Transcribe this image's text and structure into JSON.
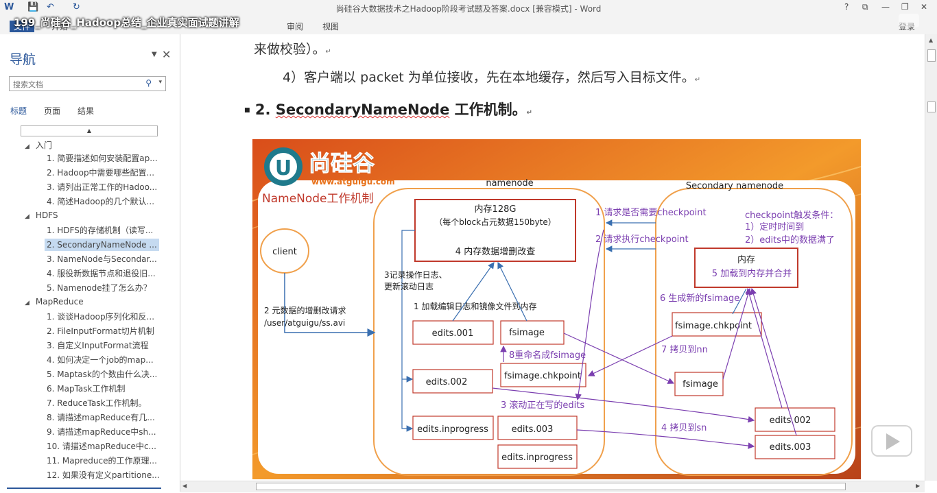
{
  "window": {
    "title": "尚硅谷大数据技术之Hadoop阶段考试题及答案.docx [兼容模式] - Word",
    "controls": [
      "?",
      "⧉",
      "—",
      "❐",
      "✕"
    ]
  },
  "video_overlay": {
    "title": "199_尚硅谷_Hadoop总结_企业真实面试题讲解"
  },
  "ribbon": {
    "tabs": [
      "文件",
      "开始",
      "审阅",
      "视图"
    ],
    "user": "登录"
  },
  "nav_pane": {
    "title": "导航",
    "search_placeholder": "搜索文档",
    "tabs": [
      "标题",
      "页面",
      "结果"
    ],
    "sections": [
      {
        "label": "入门",
        "items": [
          "1. 简要描述如何安装配置ap...",
          "2. Hadoop中需要哪些配置...",
          "3. 请列出正常工作的Hadoo...",
          "4. 简述Hadoop的几个默认..."
        ]
      },
      {
        "label": "HDFS",
        "items": [
          "1. HDFS的存储机制（读写...",
          "2. SecondaryNameNode ...",
          "3. NameNode与Secondar...",
          "4. 服役新数据节点和退役旧...",
          "5. Namenode挂了怎么办？"
        ]
      },
      {
        "label": "MapReduce",
        "items": [
          "1. 谈谈Hadoop序列化和反...",
          "2. FileInputFormat切片机制",
          "3. 自定义InputFormat流程",
          "4. 如何决定一个job的map...",
          "5. Maptask的个数由什么决...",
          "6. MapTask工作机制",
          "7. ReduceTask工作机制。",
          "8. 请描述mapReduce有几...",
          "9. 请描述mapReduce中sh...",
          "10. 请描述mapReduce中c...",
          "11. Mapreduce的工作原理...",
          "12. 如果没有定义partitione..."
        ]
      }
    ],
    "selected": "2. SecondaryNameNode ..."
  },
  "document": {
    "line1": "来做校验）。",
    "line2": "4）客户端以 packet 为单位接收，先在本地缓存，然后写入目标文件。",
    "heading_num": "2.",
    "heading_term": "SecondaryNameNode",
    "heading_rest": "工作机制。",
    "para_mark": "↵"
  },
  "diagram": {
    "logo_text": "尚硅谷",
    "logo_url": "www.atguigu.com",
    "caption": "NameNode工作机制",
    "client": "client",
    "namenode_label": "namenode",
    "secondary_label": "Secondary namenode",
    "memory_box": {
      "line1": "内存128G",
      "line2": "（每个block占元数据150byte）",
      "line3": "4 内存数据增删改查"
    },
    "request_text": {
      "line1": "2 元数据的增删改请求",
      "line2": "/user/atguigu/ss.avi"
    },
    "log_text": {
      "line1": "3记录操作日志、",
      "line2": "更新滚动日志"
    },
    "load_text": "1 加载编辑日志和镜像文件到内存",
    "nn_files": {
      "edits001": "edits.001",
      "fsimage": "fsimage",
      "edits002": "edits.002",
      "fsimage_chk": "fsimage.chkpoint",
      "edits_inprogress": "edits.inprogress",
      "edits003": "edits.003",
      "edits_inprogress2": "edits.inprogress"
    },
    "rename_text": "8重命名成fsimage",
    "roll_text": "3 滚动正在写的edits",
    "ask_checkpoint": "1 请求是否需要checkpoint",
    "exec_checkpoint": "2 请求执行checkpoint",
    "trigger": {
      "line1": "checkpoint触发条件：",
      "line2": "1）定时时间到",
      "line3": "2）edits中的数据满了"
    },
    "sn_memory": {
      "line1": "内存",
      "line2": "5 加载到内存并合并"
    },
    "new_fsimage": "6 生成新的fsimage",
    "sn_files": {
      "fsimage_chk": "fsimage.chkpoint",
      "fsimage": "fsimage",
      "edits002": "edits.002",
      "edits003": "edits.003"
    },
    "copy_nn": "7 拷贝到nn",
    "copy_sn": "4 拷贝到sn",
    "colors": {
      "orange": "#f0a04b",
      "red_box": "#c0392b",
      "purple": "#7b3fb0",
      "arrow": "#3a6fb0",
      "teal": "#2a9d8f"
    }
  }
}
